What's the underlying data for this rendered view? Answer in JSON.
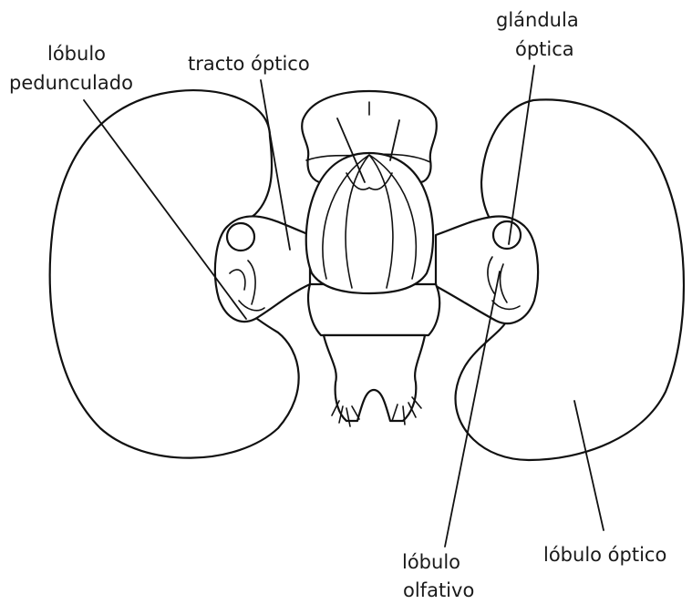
{
  "labels": {
    "pedunculate_lobe": {
      "line1": "lóbulo",
      "line2": "pedunculado"
    },
    "optic_tract": "tracto óptico",
    "optic_gland": {
      "line1": "glándula",
      "line2": "óptica"
    },
    "olfactory_lobe": {
      "line1": "lóbulo",
      "line2": "olfativo"
    },
    "optic_lobe": "lóbulo óptico"
  },
  "colors": {
    "ink": "#111111",
    "background": "#ffffff"
  }
}
